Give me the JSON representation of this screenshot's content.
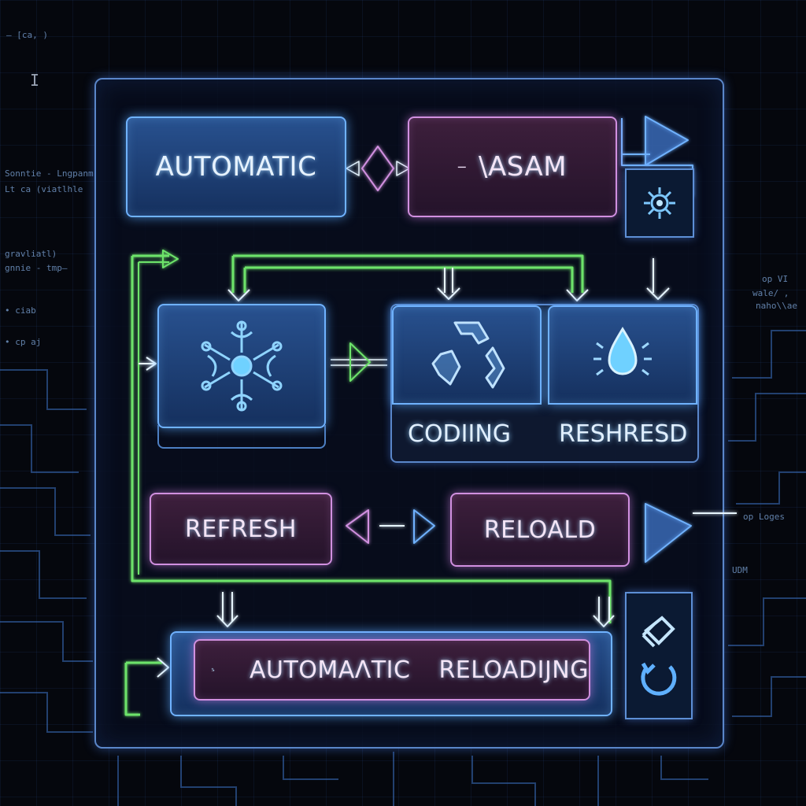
{
  "labels": {
    "automatic": "AUTOMATIC",
    "vasam": "\\ASAM",
    "coding": "CODIING",
    "reshresd": "RESHRESD",
    "refresh": "REFRESH",
    "reloald": "RELOALD",
    "automatic_reloading_1": "AUTOMAΛTIC",
    "automatic_reloading_2": "RELOADIJNG"
  },
  "background_text": {
    "top_left": "— [ca, )",
    "left_1": "Sonntie - Lngpanm",
    "left_2": "Lt ca  (viatlhle",
    "left_3": "gravliatl)",
    "left_4": "gnnie - tmp—",
    "left_5": "• ciab",
    "left_6": "• cp aj",
    "right_1": "op  VI",
    "right_2": "wale/ ,",
    "right_3": "naho\\\\ae",
    "right_4": "op Loges",
    "right_5": "UDM"
  },
  "colors": {
    "blue_accent": "#6fb2ff",
    "purple_accent": "#d190e0",
    "green_connector": "#6de36a",
    "frame": "#5a86c9"
  },
  "icons": [
    "snowflake-icon",
    "recycle-icon",
    "droplet-icon",
    "gear-icon",
    "arrow-loop-icon",
    "circle-arrow-icon",
    "sparkle-icon"
  ]
}
